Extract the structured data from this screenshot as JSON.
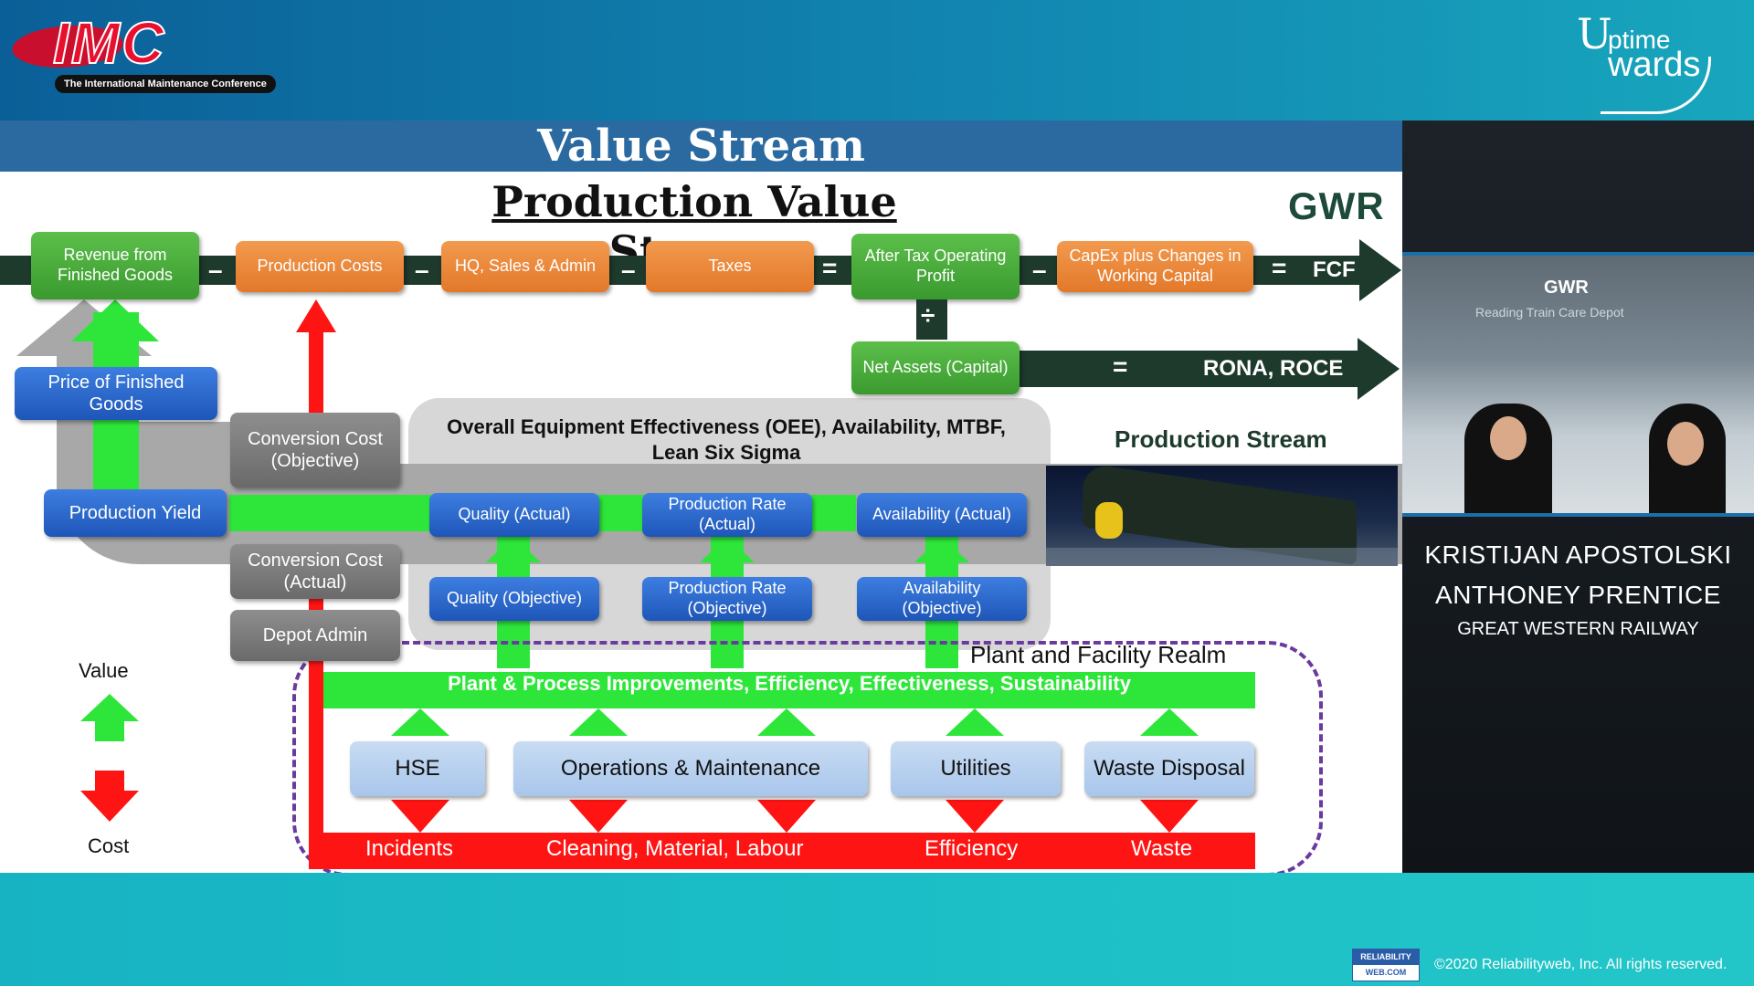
{
  "brand": {
    "imc_logo": "IMC",
    "imc_tagline": "The International Maintenance Conference",
    "uptime_logo": "Uptime Awards"
  },
  "slide": {
    "title": "Value Stream",
    "subtitle": "Production Value Stream",
    "gwr_logo": "GWR",
    "top_row": {
      "revenue": "Revenue from Finished Goods",
      "production_costs": "Production Costs",
      "hq": "HQ, Sales & Admin",
      "taxes": "Taxes",
      "after_tax": "After Tax Operating Profit",
      "capex": "CapEx plus Changes in Working Capital",
      "fcf": "FCF",
      "minus": "–",
      "equals": "=",
      "divide": "÷"
    },
    "net_assets": "Net Assets (Capital)",
    "rona": "RONA, ROCE",
    "price": "Price of Finished Goods",
    "conversion_objective": "Conversion Cost (Objective)",
    "conversion_actual": "Conversion Cost (Actual)",
    "depot_admin": "Depot Admin",
    "production_yield": "Production Yield",
    "oee_title": "Overall Equipment Effectiveness (OEE), Availability, MTBF, Lean Six Sigma",
    "production_stream": "Production Stream",
    "quality_actual": "Quality (Actual)",
    "prod_rate_actual": "Production Rate (Actual)",
    "availability_actual": "Availability (Actual)",
    "quality_objective": "Quality (Objective)",
    "prod_rate_objective": "Production Rate (Objective)",
    "availability_objective": "Availability (Objective)",
    "plant_realm": "Plant and Facility Realm",
    "improvements": "Plant & Process Improvements, Efficiency, Effectiveness, Sustainability",
    "hse": "HSE",
    "ops": "Operations & Maintenance",
    "utilities": "Utilities",
    "waste_disposal": "Waste Disposal",
    "incidents": "Incidents",
    "cleaning": "Cleaning, Material, Labour",
    "efficiency": "Efficiency",
    "waste": "Waste",
    "legend_value": "Value",
    "legend_cost": "Cost",
    "colors": {
      "value": "#2ee63a",
      "cost": "#ff1414",
      "header": "#2a6aa0"
    }
  },
  "video": {
    "cam_logo": "GWR",
    "cam_sign": "Reading Train Care Depot",
    "name1": "KRISTIJAN APOSTOLSKI",
    "name2": "ANTHONEY PRENTICE",
    "org": "GREAT WESTERN RAILWAY"
  },
  "footer": {
    "rw_top": "RELIABILITY",
    "rw_bottom": "WEB.COM",
    "copyright": "©2020 Reliabilityweb, Inc. All rights reserved."
  }
}
